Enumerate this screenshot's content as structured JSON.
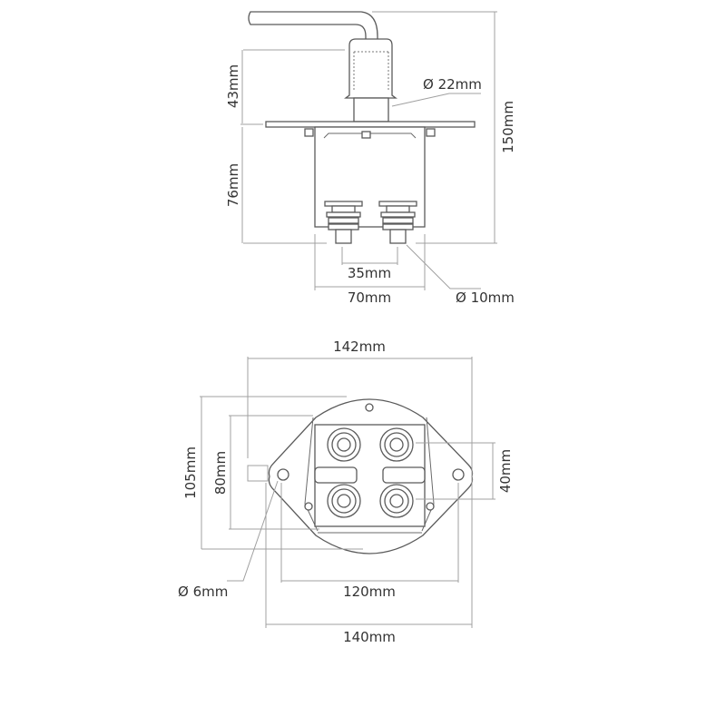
{
  "side_view": {
    "height_knob": "43mm",
    "height_body": "76mm",
    "height_total": "150mm",
    "knob_diameter": "Ø 22mm",
    "terminal_spacing": "35mm",
    "body_width": "70mm",
    "stud_diameter": "Ø 10mm"
  },
  "top_view": {
    "overall_width": "142mm",
    "plate_height": "105mm",
    "body_height": "80mm",
    "terminal_row_spacing": "40mm",
    "hole_spacing": "120mm",
    "plate_width": "140mm",
    "hole_diameter": "Ø 6mm"
  }
}
